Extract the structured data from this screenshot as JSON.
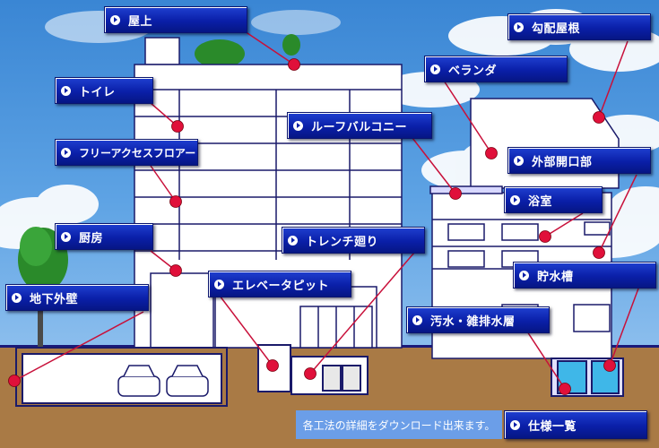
{
  "buttons": {
    "rooftop": "屋上",
    "toilet": "トイレ",
    "free_access_floor": "フリーアクセスフロアー",
    "kitchen": "厨房",
    "basement_wall": "地下外壁",
    "elevator_pit": "エレベータピット",
    "trench": "トレンチ廻り",
    "roof_balcony": "ルーフバルコニー",
    "veranda": "ベランダ",
    "sloped_roof": "勾配屋根",
    "exterior_opening": "外部開口部",
    "bathroom": "浴室",
    "water_tank": "貯水槽",
    "sewage_layer": "汚水・雑排水層",
    "spec_list": "仕様一覧"
  },
  "download_note": "各工法の詳細をダウンロード出来ます。",
  "icons": {
    "button": "arrow-circle-icon",
    "marker": "red-dot-icon"
  },
  "colors": {
    "button": "#0a1fa8",
    "marker": "#e0103a",
    "line": "#c8103a",
    "ground": "#a97a45",
    "sky": "#5ea3e4"
  }
}
